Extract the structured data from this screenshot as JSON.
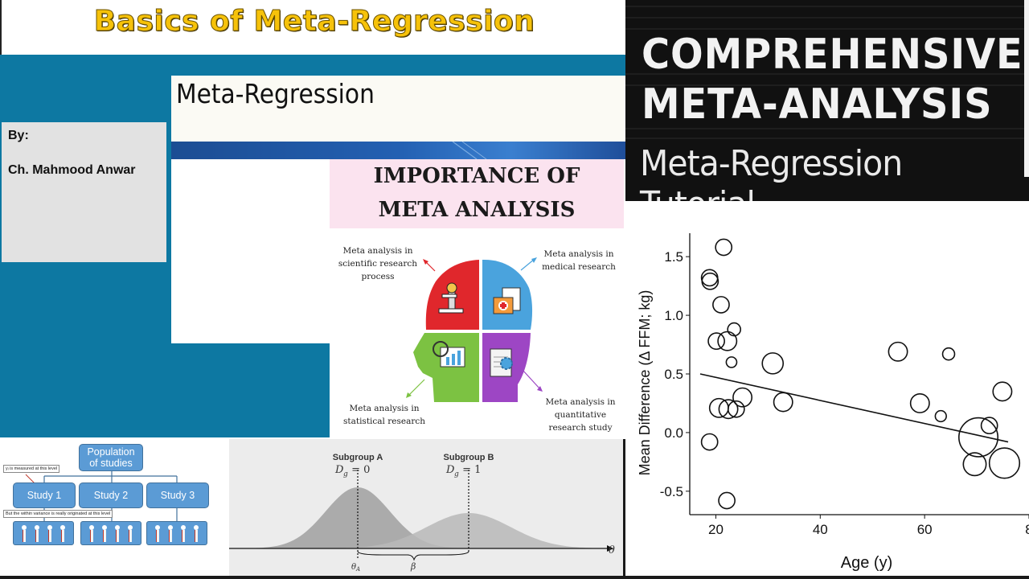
{
  "title": "Basics of Meta-Regression",
  "byline": {
    "by": "By:",
    "name": "Ch. Mahmood Anwar"
  },
  "slide": {
    "title": "Meta-Regression"
  },
  "importance": {
    "line1": "IMPORTANCE OF",
    "line2": "META ANALYSIS",
    "captions": {
      "scientific": [
        "Meta analysis in",
        "scientific research",
        "process"
      ],
      "medical": [
        "Meta analysis in",
        "medical research"
      ],
      "statistical": [
        "Meta analysis in",
        "statistical research"
      ],
      "quantitative": [
        "Meta analysis in",
        "quantitative",
        "research study"
      ]
    },
    "colors": {
      "red": "#e0272c",
      "blue": "#4aa3dd",
      "green": "#7cc242",
      "purple": "#9d46c4"
    }
  },
  "cma": {
    "line1": "COMPREHENSIVE",
    "line2": "META-ANALYSIS",
    "subtitle": "Meta-Regression Tutorial"
  },
  "hierarchy": {
    "top": "Population\nof studies",
    "studies": [
      "Study 1",
      "Study 2",
      "Study 3"
    ],
    "note_top": "yᵢ is measured at this level",
    "note_bottom": "But the within variance is really originated at this level"
  },
  "subgroup": {
    "a_label": "Subgroup A",
    "a_eq": "D",
    "a_sub": "g",
    "a_val": " = 0",
    "b_label": "Subgroup B",
    "b_eq": "D",
    "b_sub": "g",
    "b_val": " = 1",
    "theta": "θ",
    "theta_a": "θ",
    "theta_a_sub": "A",
    "beta": "β"
  },
  "chart_data": {
    "type": "scatter",
    "xlabel": "Age (y)",
    "ylabel": "Mean Difference (Δ FFM; kg)",
    "xlim": [
      15,
      80
    ],
    "ylim": [
      -0.7,
      1.7
    ],
    "xticks": [
      "20",
      "40",
      "60",
      "8"
    ],
    "yticks": [
      "1.5",
      "1.0",
      "0.5",
      "0.0",
      "-0.5"
    ],
    "points": [
      {
        "x": 21.5,
        "y": 1.58,
        "w": 2
      },
      {
        "x": 18.8,
        "y": 1.32,
        "w": 2
      },
      {
        "x": 18.9,
        "y": 1.29,
        "w": 2
      },
      {
        "x": 21,
        "y": 1.09,
        "w": 2
      },
      {
        "x": 23.5,
        "y": 0.88,
        "w": 1
      },
      {
        "x": 20.1,
        "y": 0.78,
        "w": 2
      },
      {
        "x": 22.2,
        "y": 0.78,
        "w": 3
      },
      {
        "x": 23,
        "y": 0.6,
        "w": 0.5
      },
      {
        "x": 30.9,
        "y": 0.59,
        "w": 4
      },
      {
        "x": 25.1,
        "y": 0.3,
        "w": 3
      },
      {
        "x": 32.9,
        "y": 0.26,
        "w": 3
      },
      {
        "x": 20.6,
        "y": 0.21,
        "w": 3
      },
      {
        "x": 22.4,
        "y": 0.2,
        "w": 3
      },
      {
        "x": 23.9,
        "y": 0.2,
        "w": 2
      },
      {
        "x": 18.8,
        "y": -0.08,
        "w": 2
      },
      {
        "x": 22.1,
        "y": -0.58,
        "w": 2
      },
      {
        "x": 54.9,
        "y": 0.69,
        "w": 3
      },
      {
        "x": 64.6,
        "y": 0.67,
        "w": 0.8
      },
      {
        "x": 59.1,
        "y": 0.25,
        "w": 3
      },
      {
        "x": 63.1,
        "y": 0.14,
        "w": 0.6
      },
      {
        "x": 74.9,
        "y": 0.35,
        "w": 3
      },
      {
        "x": 72.4,
        "y": 0.06,
        "w": 2
      },
      {
        "x": 70.3,
        "y": -0.04,
        "w": 18
      },
      {
        "x": 69.6,
        "y": -0.27,
        "w": 5
      },
      {
        "x": 75.3,
        "y": -0.26,
        "w": 10
      }
    ],
    "regression": {
      "x": [
        17,
        76
      ],
      "y": [
        0.5,
        -0.08
      ]
    }
  }
}
